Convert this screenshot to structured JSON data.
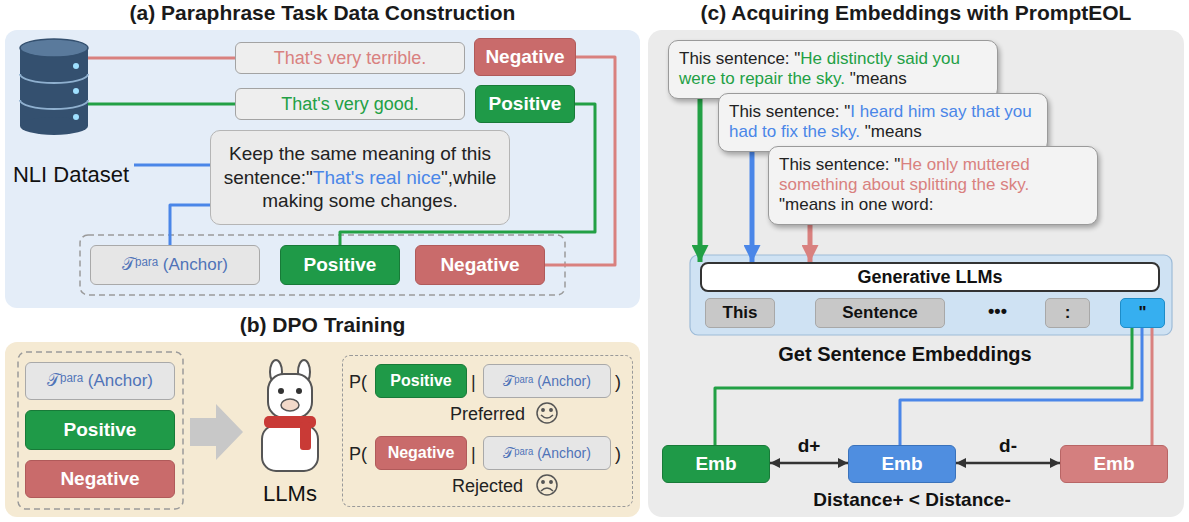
{
  "diagram": {
    "nodes": [
      {
        "text": [
          "(a) Paraphrase Task Data Construction"
        ]
      },
      {
        "text": [
          "NLI Dataset"
        ],
        "in": 0
      },
      {
        "text": [
          "That's very terrible."
        ],
        "in": 0
      },
      {
        "text": [
          "Negative"
        ],
        "in": 0
      },
      {
        "text": [
          "That's very good."
        ],
        "in": 0
      },
      {
        "text": [
          "Positive"
        ],
        "in": 0
      },
      {
        "text": [
          "Keep the same meaning of this sentence:\"That's real nice\",while making some changes."
        ],
        "in": 0
      },
      {
        "text": [
          "𝒯ᵖᵃʳᵃ (Anchor)"
        ],
        "in": 0
      },
      {
        "text": [
          "Positive"
        ],
        "in": 0
      },
      {
        "text": [
          "Negative"
        ],
        "in": 0
      },
      {
        "text": [
          "(b) DPO Training"
        ]
      },
      {
        "text": [
          "𝒯ᵖᵃʳᵃ (Anchor)"
        ],
        "in": 10
      },
      {
        "text": [
          "Positive"
        ],
        "in": 10
      },
      {
        "text": [
          "Negative"
        ],
        "in": 10
      },
      {
        "text": [
          "LLMs"
        ],
        "in": 10
      },
      {
        "text": [
          "P(",
          "|",
          ")",
          "Preferred",
          "P(",
          "|",
          ")",
          "Rejected"
        ],
        "in": 10
      },
      {
        "text": [
          "Positive"
        ],
        "in": 15
      },
      {
        "text": [
          "𝒯ᵖᵃʳᵃ (Anchor)"
        ],
        "in": 15
      },
      {
        "text": [
          "Negative"
        ],
        "in": 15
      },
      {
        "text": [
          "𝒯ᵖᵃʳᵃ (Anchor)"
        ],
        "in": 15
      },
      {
        "text": [
          "(c) Acquiring Embeddings with PromptEOL"
        ]
      },
      {
        "text": [
          "This sentence: \"He distinctly said you were to repair the sky. \"means"
        ],
        "in": 20
      },
      {
        "text": [
          "This sentence: \"I heard him say that you had to fix the sky. \"means"
        ],
        "in": 20
      },
      {
        "text": [
          "This sentence: \"He only muttered something about splitting the sky. \"means in one word:"
        ],
        "in": 20
      },
      {
        "text": [
          "Generative LLMs"
        ],
        "in": 20
      },
      {
        "text": [
          "This"
        ],
        "in": 20
      },
      {
        "text": [
          "Sentence"
        ],
        "in": 20
      },
      {
        "text": [
          ":"
        ],
        "in": 20
      },
      {
        "text": [
          "\""
        ],
        "in": 20
      },
      {
        "text": [
          "Emb"
        ],
        "in": 20
      },
      {
        "text": [
          "Emb"
        ],
        "in": 20
      },
      {
        "text": [
          "Emb"
        ],
        "in": 20
      }
    ],
    "edges": [
      {
        "from": 1,
        "to": 2,
        "arrow": "none"
      },
      {
        "from": 1,
        "to": 4,
        "arrow": "none"
      },
      {
        "from": 1,
        "to": 6,
        "arrow": "none"
      },
      {
        "from": 3,
        "to": 9,
        "arrow": "none"
      },
      {
        "from": 5,
        "to": 8,
        "arrow": "none"
      },
      {
        "from": 6,
        "to": 7,
        "arrow": "none"
      },
      {
        "from": 21,
        "to": 24,
        "arrow": "to"
      },
      {
        "from": 22,
        "to": 24,
        "arrow": "to"
      },
      {
        "from": 23,
        "to": 24,
        "arrow": "to"
      },
      {
        "from": 28,
        "to": 29,
        "arrow": "none"
      },
      {
        "from": 28,
        "to": 30,
        "arrow": "none"
      },
      {
        "from": 28,
        "to": 31,
        "arrow": "none"
      },
      {
        "from": 29,
        "to": 30,
        "label": "d+",
        "arrow": "both"
      },
      {
        "from": 30,
        "to": 31,
        "label": "d-",
        "arrow": "both"
      }
    ],
    "labels": [
      "•••",
      "Get Sentence Embeddings",
      "Distance+ < Distance-"
    ]
  }
}
